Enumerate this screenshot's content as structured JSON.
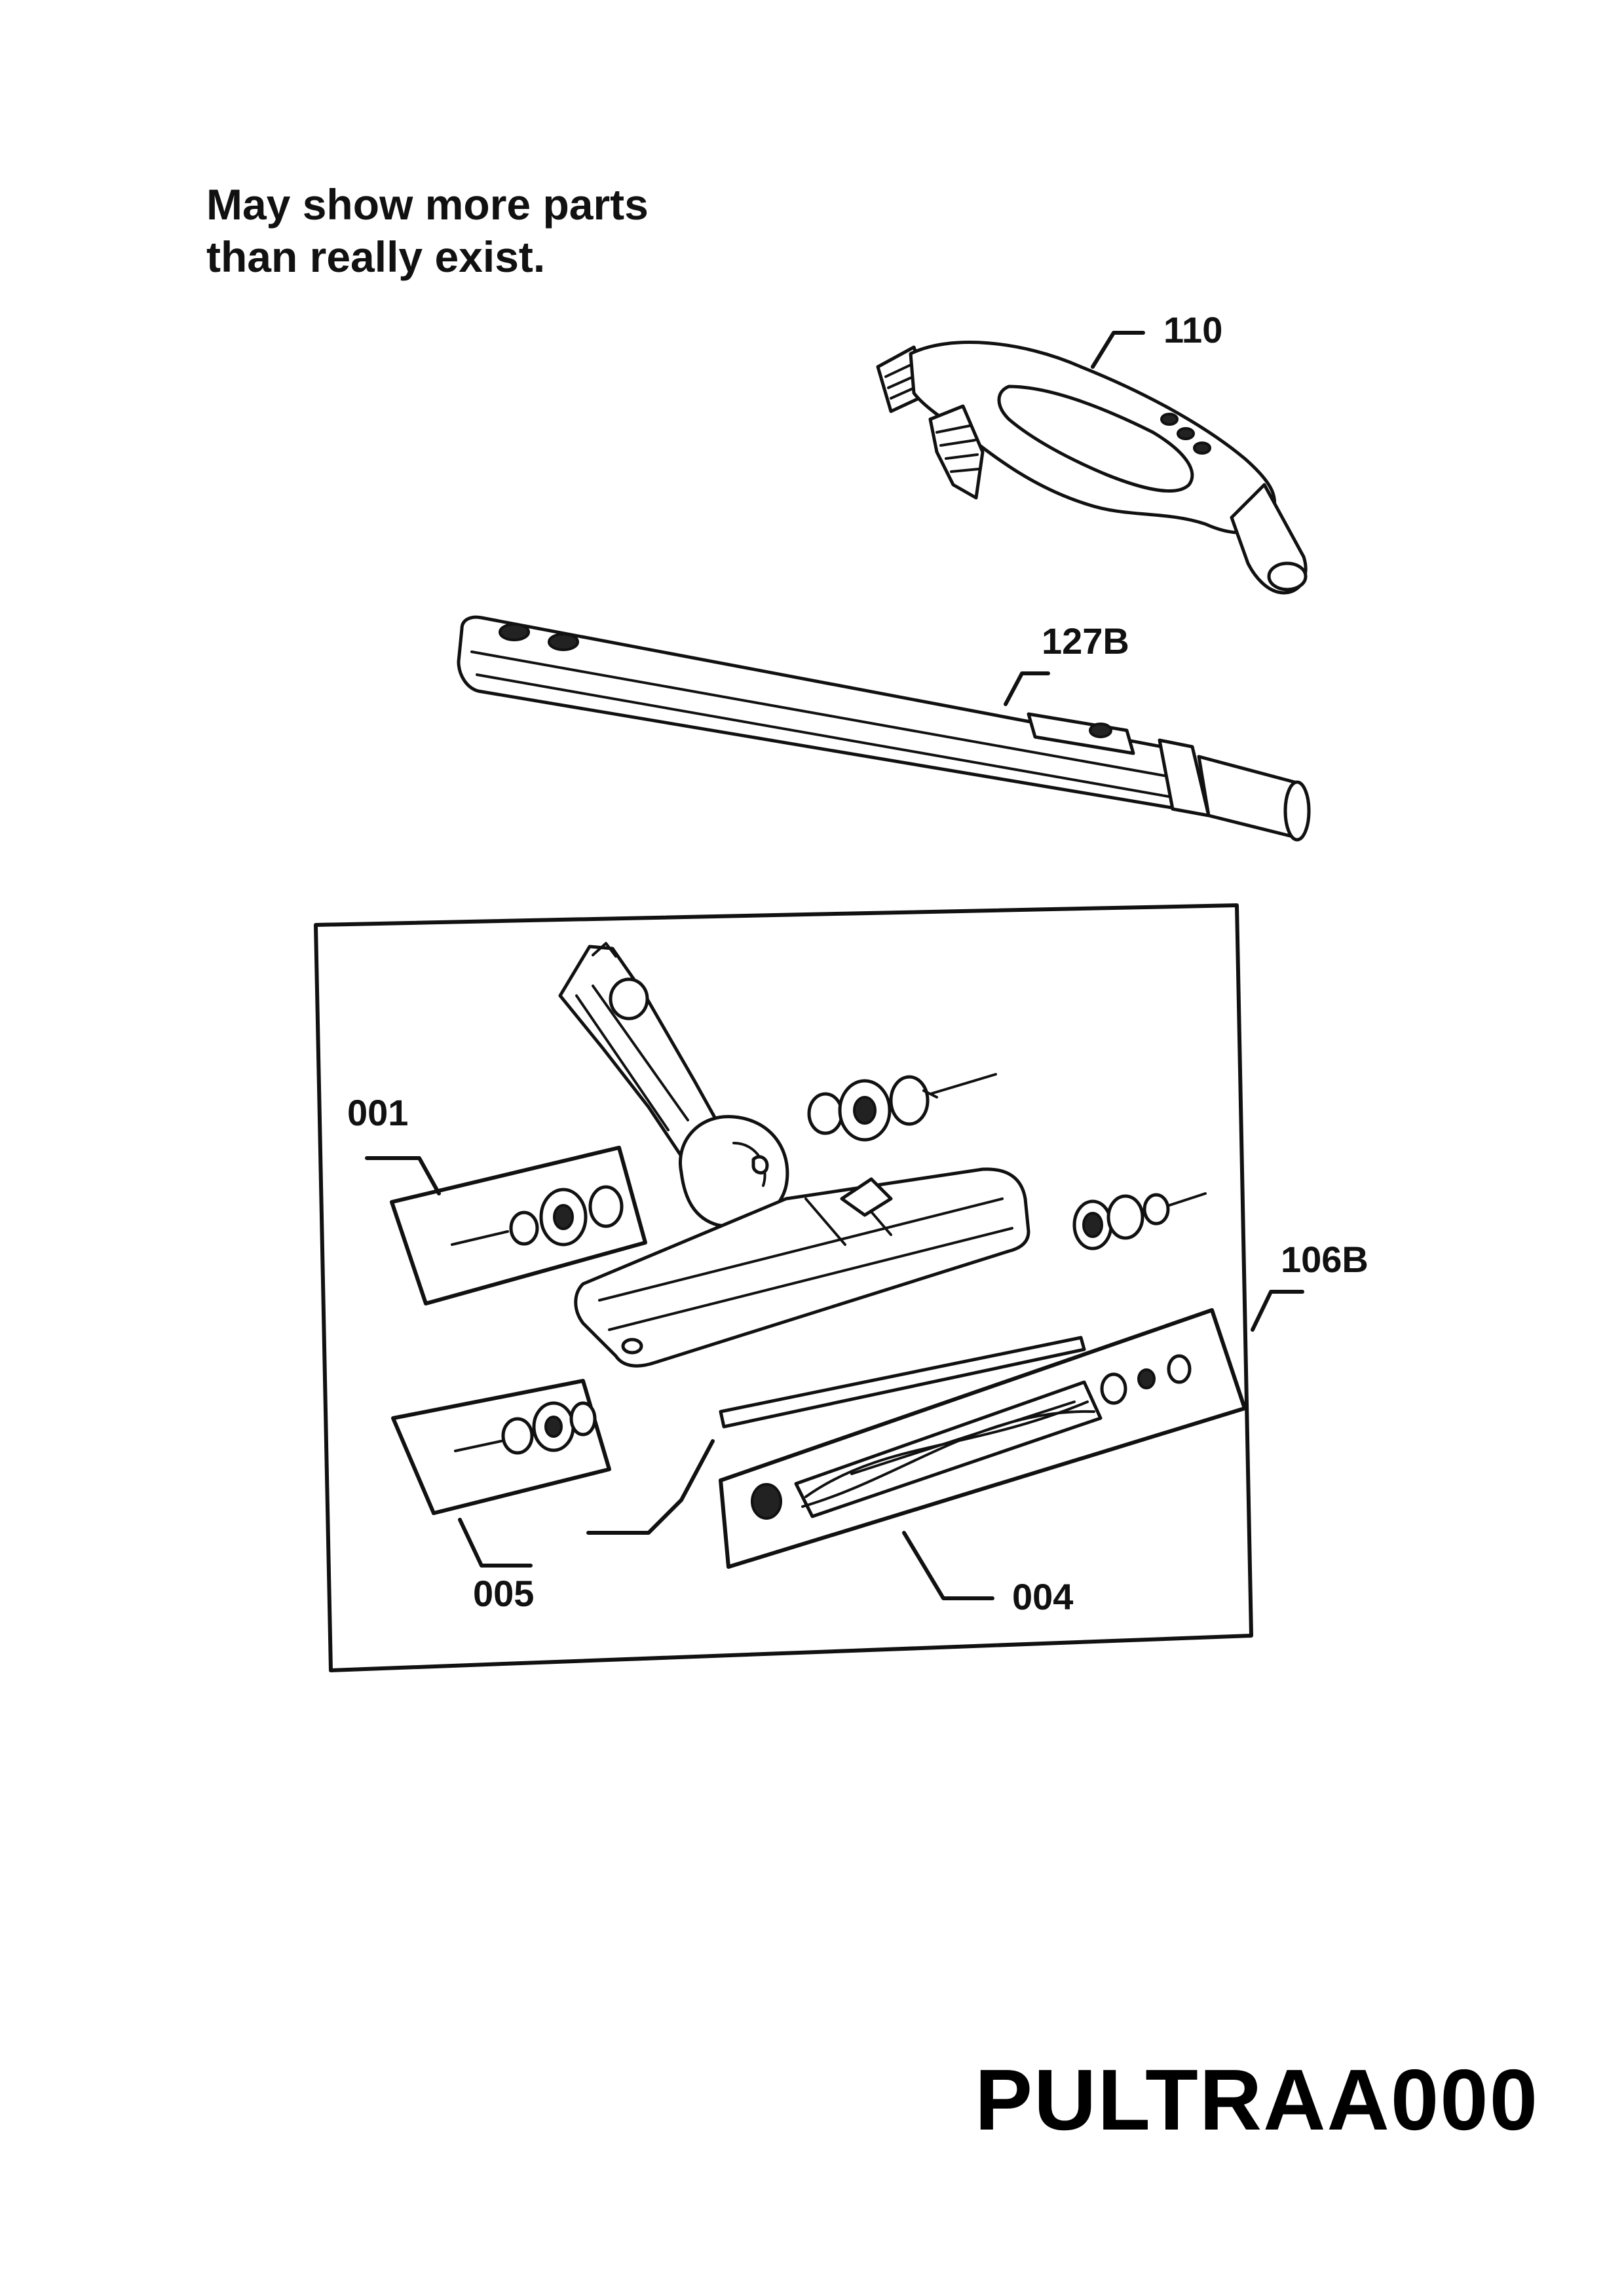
{
  "note": {
    "line1": "May show more parts",
    "line2": "than really exist."
  },
  "model_code": "PULTRAA000",
  "callouts": {
    "handle": "110",
    "wand": "127B",
    "powerhead": "106B",
    "rear_wheel_kit": "001",
    "front_wheel_kit": "005",
    "brushroll_kit": "004"
  },
  "icons": [
    "hose-handle-icon",
    "extension-wand-icon",
    "powerhead-icon",
    "wheel-assembly-icon",
    "brushroll-icon"
  ]
}
